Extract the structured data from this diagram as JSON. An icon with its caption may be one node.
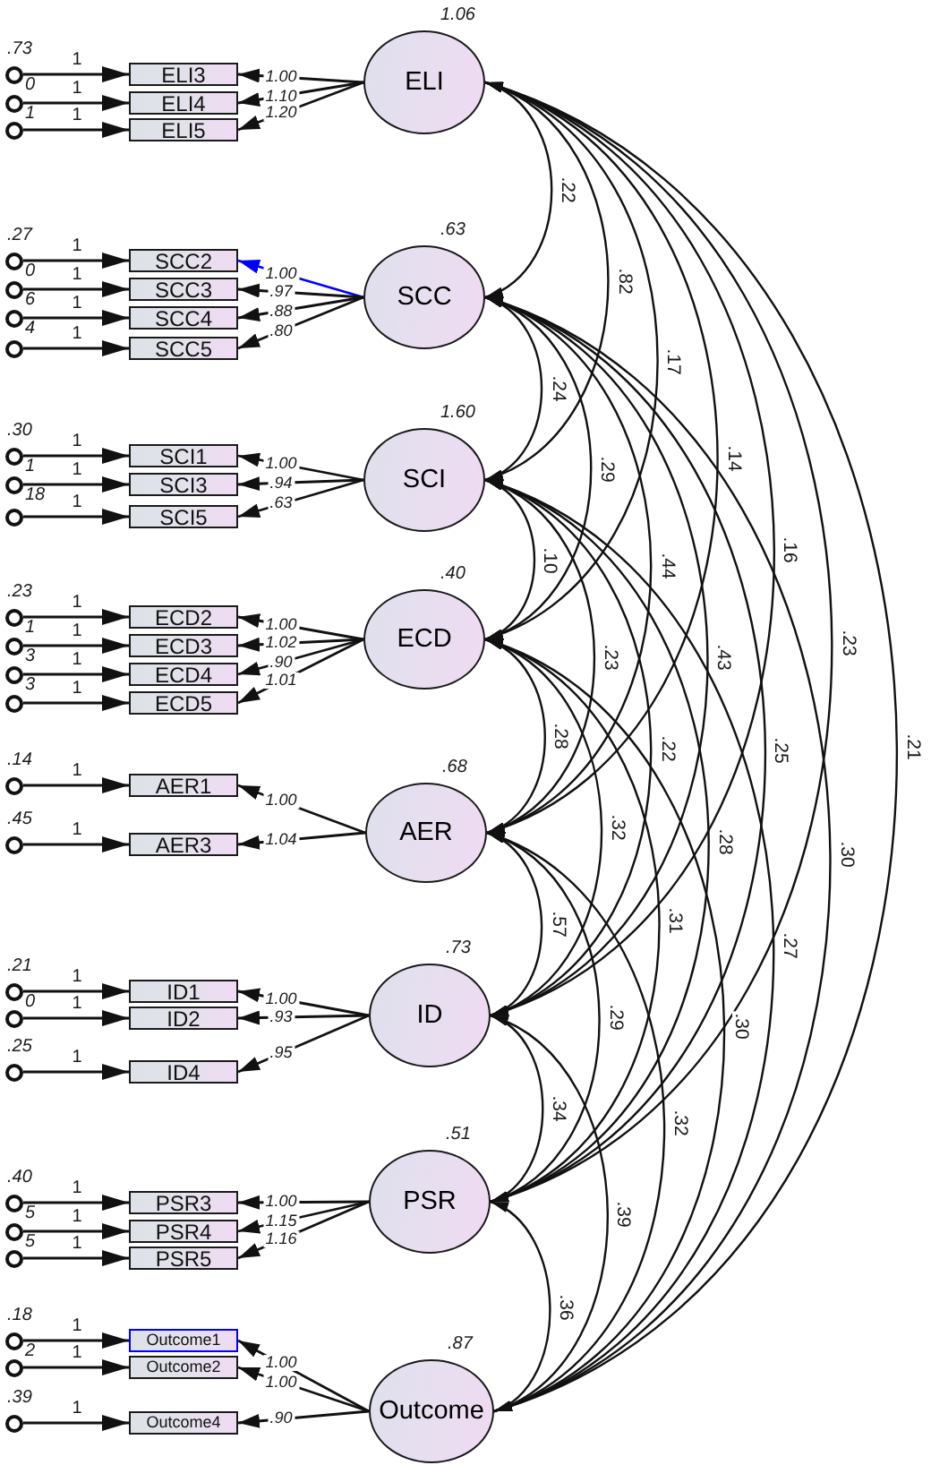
{
  "diagram": {
    "nodes": [
      {
        "text": [
          "ELI"
        ],
        "beside": [
          "1.06"
        ]
      },
      {
        "text": [
          "SCC"
        ],
        "beside": [
          ".63"
        ]
      },
      {
        "text": [
          "SCI"
        ],
        "beside": [
          "1.60"
        ]
      },
      {
        "text": [
          "ECD"
        ],
        "beside": [
          ".40"
        ]
      },
      {
        "text": [
          "AER"
        ],
        "beside": [
          ".68"
        ]
      },
      {
        "text": [
          "ID"
        ],
        "beside": [
          ".73"
        ]
      },
      {
        "text": [
          "PSR"
        ],
        "beside": [
          ".51"
        ]
      },
      {
        "text": [
          "Outcome"
        ],
        "beside": [
          ".87"
        ]
      },
      {
        "text": [
          "ELI3"
        ]
      },
      {
        "text": [
          "ELI4"
        ]
      },
      {
        "text": [
          "ELI5"
        ]
      },
      {
        "text": [
          "SCC2"
        ]
      },
      {
        "text": [
          "SCC3"
        ]
      },
      {
        "text": [
          "SCC4"
        ]
      },
      {
        "text": [
          "SCC5"
        ]
      },
      {
        "text": [
          "SCI1"
        ]
      },
      {
        "text": [
          "SCI3"
        ]
      },
      {
        "text": [
          "SCI5"
        ]
      },
      {
        "text": [
          "ECD2"
        ]
      },
      {
        "text": [
          "ECD3"
        ]
      },
      {
        "text": [
          "ECD4"
        ]
      },
      {
        "text": [
          "ECD5"
        ]
      },
      {
        "text": [
          "AER1"
        ]
      },
      {
        "text": [
          "AER3"
        ]
      },
      {
        "text": [
          "ID1"
        ]
      },
      {
        "text": [
          "ID2"
        ]
      },
      {
        "text": [
          "ID4"
        ]
      },
      {
        "text": [
          "PSR3"
        ]
      },
      {
        "text": [
          "PSR4"
        ]
      },
      {
        "text": [
          "PSR5"
        ]
      },
      {
        "text": [
          "Outcome1"
        ]
      },
      {
        "text": [
          "Outcome2"
        ]
      },
      {
        "text": [
          "Outcome4"
        ]
      },
      {
        "text": [],
        "shape": "circle",
        "beside": [
          ".73"
        ]
      },
      {
        "text": [],
        "shape": "circle"
      },
      {
        "text": [],
        "shape": "circle"
      },
      {
        "text": [],
        "shape": "circle",
        "beside": [
          ".27"
        ]
      },
      {
        "text": [],
        "shape": "circle"
      },
      {
        "text": [],
        "shape": "circle"
      },
      {
        "text": [],
        "shape": "circle"
      },
      {
        "text": [],
        "shape": "circle",
        "beside": [
          ".30"
        ]
      },
      {
        "text": [],
        "shape": "circle"
      },
      {
        "text": [],
        "shape": "circle"
      },
      {
        "text": [],
        "shape": "circle",
        "beside": [
          ".23"
        ]
      },
      {
        "text": [],
        "shape": "circle"
      },
      {
        "text": [],
        "shape": "circle"
      },
      {
        "text": [],
        "shape": "circle"
      },
      {
        "text": [],
        "shape": "circle",
        "beside": [
          ".14"
        ]
      },
      {
        "text": [],
        "shape": "circle",
        "beside": [
          ".45"
        ]
      },
      {
        "text": [],
        "shape": "circle",
        "beside": [
          ".21"
        ]
      },
      {
        "text": [],
        "shape": "circle"
      },
      {
        "text": [],
        "shape": "circle",
        "beside": [
          ".25"
        ]
      },
      {
        "text": [],
        "shape": "circle",
        "beside": [
          ".40"
        ]
      },
      {
        "text": [],
        "shape": "circle"
      },
      {
        "text": [],
        "shape": "circle"
      },
      {
        "text": [],
        "shape": "circle",
        "beside": [
          ".18"
        ]
      },
      {
        "text": [],
        "shape": "circle"
      },
      {
        "text": [],
        "shape": "circle",
        "beside": [
          ".39"
        ]
      }
    ],
    "edges": [
      {
        "from": 33,
        "to": 8,
        "arrow": "to",
        "label": "1"
      },
      {
        "from": 34,
        "to": 9,
        "arrow": "to",
        "label": "1"
      },
      {
        "from": 35,
        "to": 10,
        "arrow": "to",
        "label": "1"
      },
      {
        "from": 36,
        "to": 11,
        "arrow": "to",
        "label": "1"
      },
      {
        "from": 37,
        "to": 12,
        "arrow": "to",
        "label": "1"
      },
      {
        "from": 38,
        "to": 13,
        "arrow": "to",
        "label": "1"
      },
      {
        "from": 39,
        "to": 14,
        "arrow": "to",
        "label": "1"
      },
      {
        "from": 40,
        "to": 15,
        "arrow": "to",
        "label": "1"
      },
      {
        "from": 41,
        "to": 16,
        "arrow": "to",
        "label": "1"
      },
      {
        "from": 42,
        "to": 17,
        "arrow": "to",
        "label": "1"
      },
      {
        "from": 43,
        "to": 18,
        "arrow": "to",
        "label": "1"
      },
      {
        "from": 44,
        "to": 19,
        "arrow": "to",
        "label": "1"
      },
      {
        "from": 45,
        "to": 20,
        "arrow": "to",
        "label": "1"
      },
      {
        "from": 46,
        "to": 21,
        "arrow": "to",
        "label": "1"
      },
      {
        "from": 47,
        "to": 22,
        "arrow": "to",
        "label": "1"
      },
      {
        "from": 48,
        "to": 23,
        "arrow": "to",
        "label": "1"
      },
      {
        "from": 49,
        "to": 24,
        "arrow": "to",
        "label": "1"
      },
      {
        "from": 50,
        "to": 25,
        "arrow": "to",
        "label": "1"
      },
      {
        "from": 51,
        "to": 26,
        "arrow": "to",
        "label": "1"
      },
      {
        "from": 52,
        "to": 27,
        "arrow": "to",
        "label": "1"
      },
      {
        "from": 53,
        "to": 28,
        "arrow": "to",
        "label": "1"
      },
      {
        "from": 54,
        "to": 29,
        "arrow": "to",
        "label": "1"
      },
      {
        "from": 55,
        "to": 30,
        "arrow": "to",
        "label": "1"
      },
      {
        "from": 56,
        "to": 31,
        "arrow": "to",
        "label": "1"
      },
      {
        "from": 57,
        "to": 32,
        "arrow": "to",
        "label": "1"
      },
      {
        "from": 0,
        "to": 8,
        "arrow": "to",
        "label": "1.00"
      },
      {
        "from": 0,
        "to": 9,
        "arrow": "to",
        "label": "1.10"
      },
      {
        "from": 0,
        "to": 10,
        "arrow": "to",
        "label": "1.20"
      },
      {
        "from": 1,
        "to": 11,
        "arrow": "to",
        "label": "1.00",
        "color": "#0000ff"
      },
      {
        "from": 1,
        "to": 12,
        "arrow": "to",
        "label": ".97"
      },
      {
        "from": 1,
        "to": 13,
        "arrow": "to",
        "label": ".88"
      },
      {
        "from": 1,
        "to": 14,
        "arrow": "to",
        "label": ".80"
      },
      {
        "from": 2,
        "to": 15,
        "arrow": "to",
        "label": "1.00"
      },
      {
        "from": 2,
        "to": 16,
        "arrow": "to",
        "label": ".94"
      },
      {
        "from": 2,
        "to": 17,
        "arrow": "to",
        "label": ".63"
      },
      {
        "from": 3,
        "to": 18,
        "arrow": "to",
        "label": "1.00"
      },
      {
        "from": 3,
        "to": 19,
        "arrow": "to",
        "label": "1.02"
      },
      {
        "from": 3,
        "to": 20,
        "arrow": "to",
        "label": ".90"
      },
      {
        "from": 3,
        "to": 21,
        "arrow": "to",
        "label": "1.01"
      },
      {
        "from": 4,
        "to": 22,
        "arrow": "to",
        "label": "1.00"
      },
      {
        "from": 4,
        "to": 23,
        "arrow": "to",
        "label": "1.04"
      },
      {
        "from": 5,
        "to": 24,
        "arrow": "to",
        "label": "1.00"
      },
      {
        "from": 5,
        "to": 25,
        "arrow": "to",
        "label": ".93"
      },
      {
        "from": 5,
        "to": 26,
        "arrow": "to",
        "label": ".95"
      },
      {
        "from": 6,
        "to": 27,
        "arrow": "to",
        "label": "1.00"
      },
      {
        "from": 6,
        "to": 28,
        "arrow": "to",
        "label": "1.15"
      },
      {
        "from": 6,
        "to": 29,
        "arrow": "to",
        "label": "1.16"
      },
      {
        "from": 7,
        "to": 30,
        "arrow": "to",
        "label": "1.00"
      },
      {
        "from": 7,
        "to": 31,
        "arrow": "to",
        "label": "1.00"
      },
      {
        "from": 7,
        "to": 32,
        "arrow": "to",
        "label": ".90"
      },
      {
        "from": 0,
        "to": 1,
        "arrow": "both",
        "label": ".22"
      },
      {
        "from": 0,
        "to": 2,
        "arrow": "both",
        "label": ".82"
      },
      {
        "from": 0,
        "to": 3,
        "arrow": "both",
        "label": ".17"
      },
      {
        "from": 0,
        "to": 4,
        "arrow": "both",
        "label": ".14"
      },
      {
        "from": 0,
        "to": 5,
        "arrow": "both",
        "label": ".16"
      },
      {
        "from": 0,
        "to": 6,
        "arrow": "both",
        "label": ".23"
      },
      {
        "from": 0,
        "to": 7,
        "arrow": "both",
        "label": ".21"
      },
      {
        "from": 1,
        "to": 2,
        "arrow": "both",
        "label": ".24"
      },
      {
        "from": 1,
        "to": 3,
        "arrow": "both",
        "label": ".29"
      },
      {
        "from": 1,
        "to": 4,
        "arrow": "both",
        "label": ".44"
      },
      {
        "from": 1,
        "to": 5,
        "arrow": "both",
        "label": ".43"
      },
      {
        "from": 1,
        "to": 6,
        "arrow": "both",
        "label": ".25"
      },
      {
        "from": 1,
        "to": 7,
        "arrow": "both",
        "label": ".30"
      },
      {
        "from": 2,
        "to": 3,
        "arrow": "both",
        "label": ".10"
      },
      {
        "from": 2,
        "to": 4,
        "arrow": "both",
        "label": ".23"
      },
      {
        "from": 2,
        "to": 5,
        "arrow": "both",
        "label": ".22"
      },
      {
        "from": 2,
        "to": 6,
        "arrow": "both",
        "label": ".28"
      },
      {
        "from": 2,
        "to": 7,
        "arrow": "both",
        "label": ".27"
      },
      {
        "from": 3,
        "to": 4,
        "arrow": "both",
        "label": ".28"
      },
      {
        "from": 3,
        "to": 5,
        "arrow": "both",
        "label": ".32"
      },
      {
        "from": 3,
        "to": 6,
        "arrow": "both",
        "label": ".31"
      },
      {
        "from": 3,
        "to": 7,
        "arrow": "both",
        "label": ".30"
      },
      {
        "from": 4,
        "to": 5,
        "arrow": "both",
        "label": ".57"
      },
      {
        "from": 4,
        "to": 6,
        "arrow": "both",
        "label": ".29"
      },
      {
        "from": 4,
        "to": 7,
        "arrow": "both",
        "label": ".32"
      },
      {
        "from": 5,
        "to": 6,
        "arrow": "both",
        "label": ".34"
      },
      {
        "from": 5,
        "to": 7,
        "arrow": "both",
        "label": ".39"
      },
      {
        "from": 6,
        "to": 7,
        "arrow": "both",
        "label": ".36"
      }
    ],
    "labels": [
      "0",
      "1",
      "0",
      "6",
      "4",
      "1",
      "18",
      "1",
      "3",
      "3",
      "0",
      "5",
      "5",
      "2"
    ]
  }
}
